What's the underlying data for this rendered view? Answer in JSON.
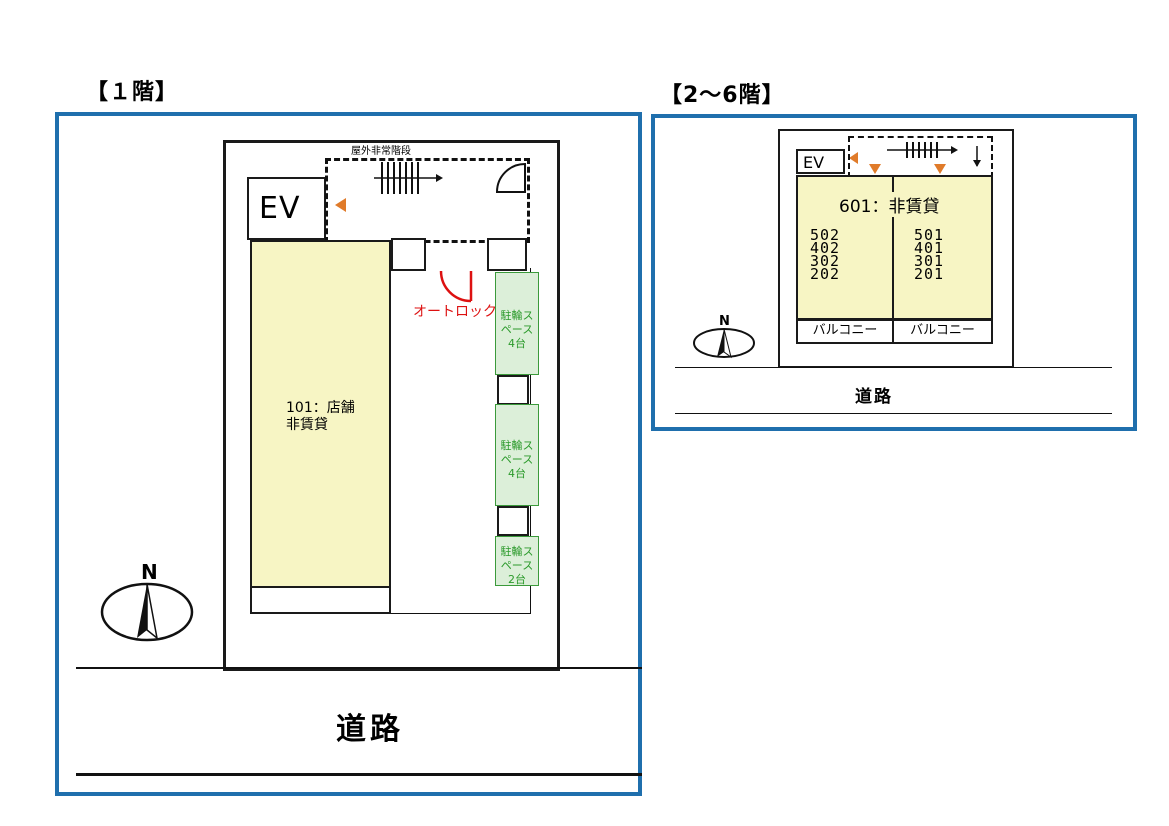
{
  "floor1": {
    "heading": "【１階】",
    "ev_label": "EV",
    "stair_label": "屋外非常階段",
    "autolock_label": "オートロック",
    "bike_spaces": [
      {
        "label": "駐輪スペース",
        "count": "4台"
      },
      {
        "label": "駐輪スペース",
        "count": "4台"
      },
      {
        "label": "駐輪スペース",
        "count": "2台"
      }
    ],
    "unit_label_line1": "101：店舗",
    "unit_label_line2": "非賃貸",
    "north_label": "N",
    "road_label": "道路"
  },
  "floor2to6": {
    "heading": "【2～6階】",
    "ev_label": "EV",
    "unit_601_label": "601：非賃貸",
    "left_unit_numbers": [
      "502",
      "402",
      "302",
      "202"
    ],
    "right_unit_numbers": [
      "501",
      "401",
      "301",
      "201"
    ],
    "balcony_left": "バルコニー",
    "balcony_right": "バルコニー",
    "north_label": "N",
    "road_label": "道路"
  },
  "colors": {
    "panel_border": "#1f6fad",
    "unit_fill": "#f7f5c4",
    "bike_fill": "#dcefd9",
    "bike_text": "#2b9a2b",
    "autolock": "#d11",
    "arrow": "#e07b2a"
  }
}
